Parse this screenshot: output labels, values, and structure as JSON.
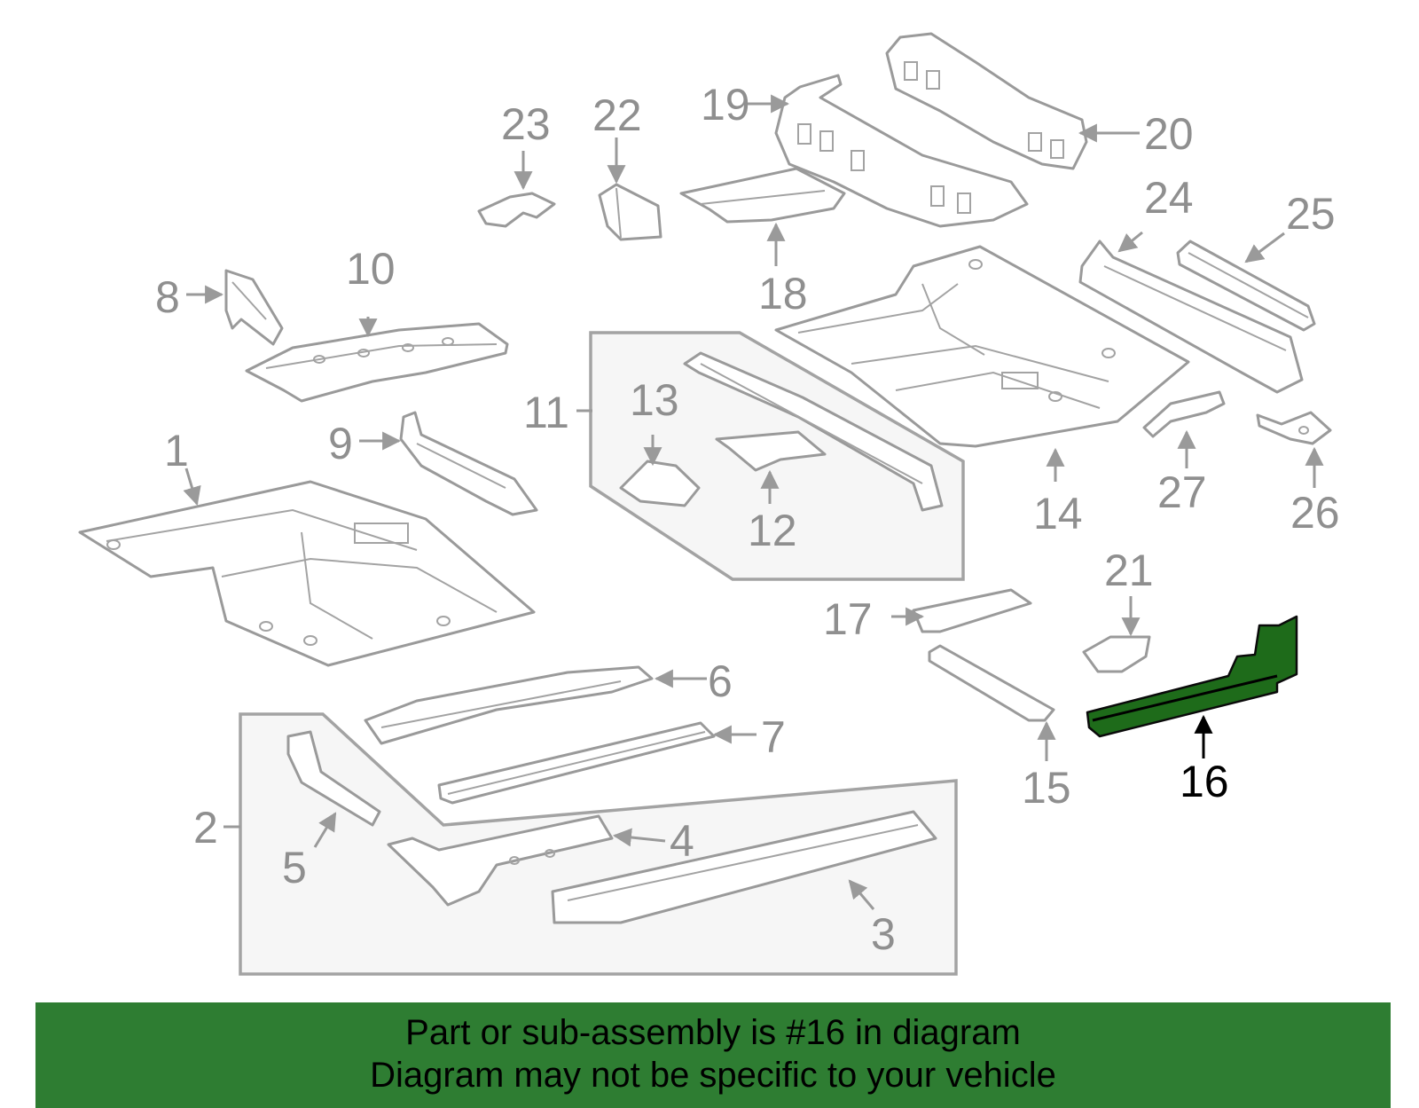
{
  "diagram": {
    "highlighted_part": "16",
    "callouts": {
      "c1": "1",
      "c2": "2",
      "c3": "3",
      "c4": "4",
      "c5": "5",
      "c6": "6",
      "c7": "7",
      "c8": "8",
      "c9": "9",
      "c10": "10",
      "c11": "11",
      "c12": "12",
      "c13": "13",
      "c14": "14",
      "c15": "15",
      "c16": "16",
      "c17": "17",
      "c18": "18",
      "c19": "19",
      "c20": "20",
      "c21": "21",
      "c22": "22",
      "c23": "23",
      "c24": "24",
      "c25": "25",
      "c26": "26",
      "c27": "27"
    },
    "colors": {
      "highlight": "#1e6b1a",
      "banner": "#2e7d32",
      "part_outline": "#9a9a9a"
    }
  },
  "banner": {
    "line1": "Part or sub-assembly is #16 in diagram",
    "line2": "Diagram may not be specific to your vehicle"
  }
}
